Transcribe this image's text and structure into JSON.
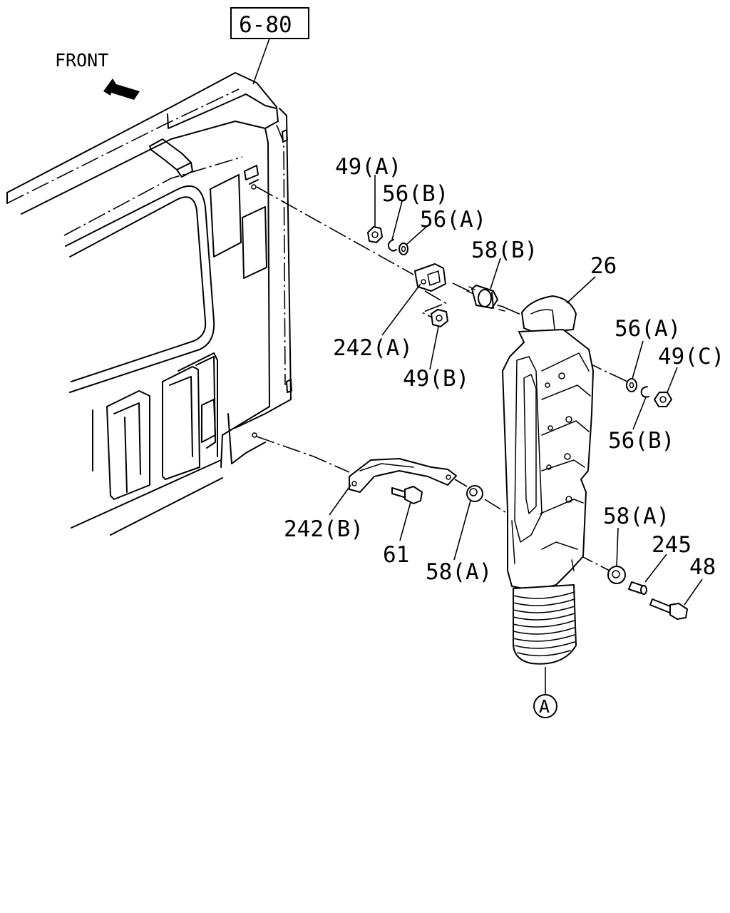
{
  "diagram": {
    "reference_box": "6-80",
    "direction_label": "FRONT",
    "callouts": {
      "p49a": "49(A)",
      "p56b_top": "56(B)",
      "p56a_top": "56(A)",
      "p58b": "58(B)",
      "p26": "26",
      "p242a": "242(A)",
      "p49b": "49(B)",
      "p56a_right": "56(A)",
      "p49c": "49(C)",
      "p56b_right": "56(B)",
      "p242b": "242(B)",
      "p61": "61",
      "p58a_mid": "58(A)",
      "p58a_right": "58(A)",
      "p245": "245",
      "p48": "48",
      "circle_a": "A"
    }
  }
}
